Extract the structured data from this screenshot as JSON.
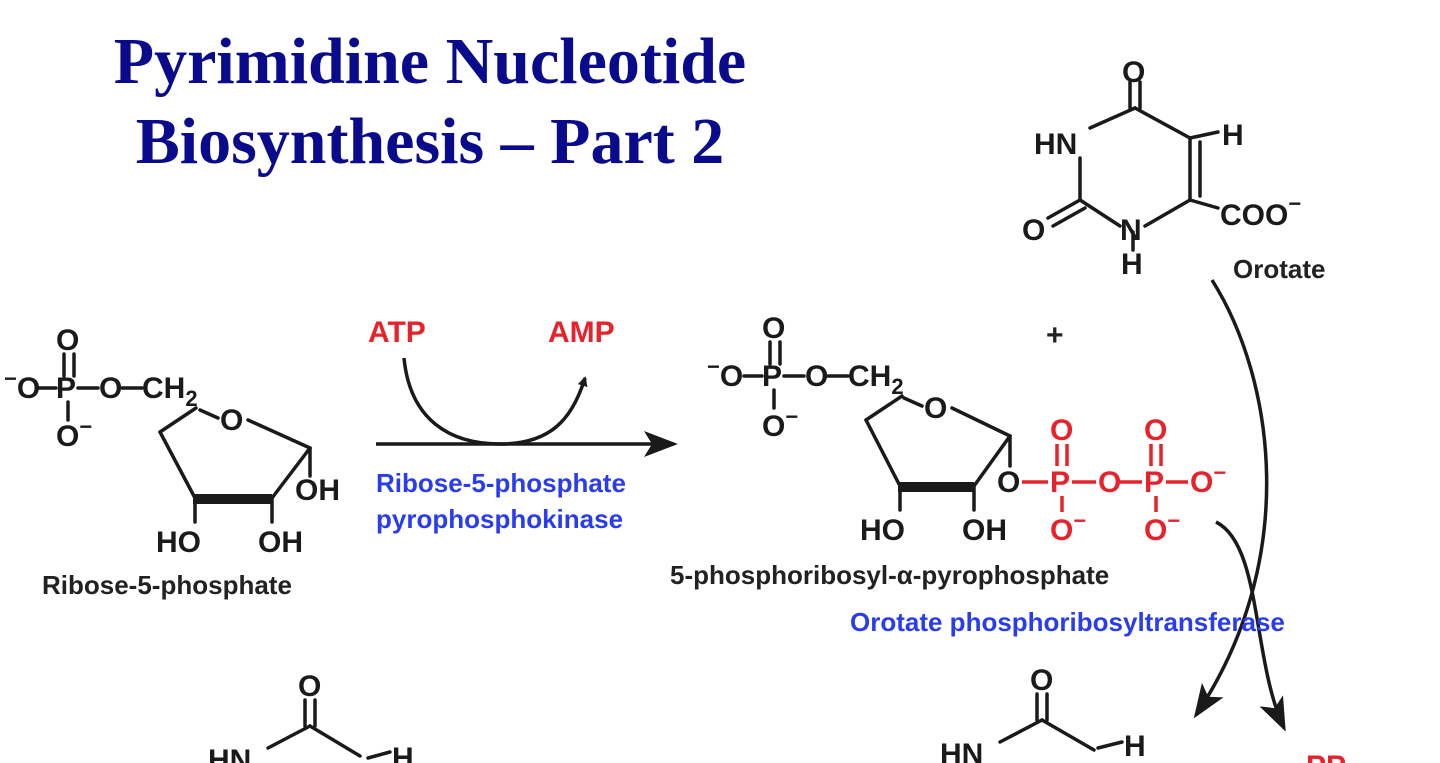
{
  "title": {
    "line1": "Pyrimidine Nucleotide",
    "line2": "Biosynthesis – Part 2"
  },
  "compounds": {
    "orotate": "Orotate",
    "ribose5p": "Ribose-5-phosphate",
    "prpp": "5-phosphoribosyl-α-pyrophosphate"
  },
  "enzymes": {
    "prpp_synthetase_line1": "Ribose-5-phosphate",
    "prpp_synthetase_line2": "pyrophosphokinase",
    "oprt": "Orotate phosphoribosyltransferase"
  },
  "cofactors": {
    "atp": "ATP",
    "amp": "AMP",
    "ppi_partial": "PP"
  },
  "symbols": {
    "plus": "+"
  },
  "colors": {
    "title": "#0a0a8c",
    "enzyme": "#2a3cf0",
    "cofactor": "#e8222a",
    "structure": "#1a1a1a"
  }
}
